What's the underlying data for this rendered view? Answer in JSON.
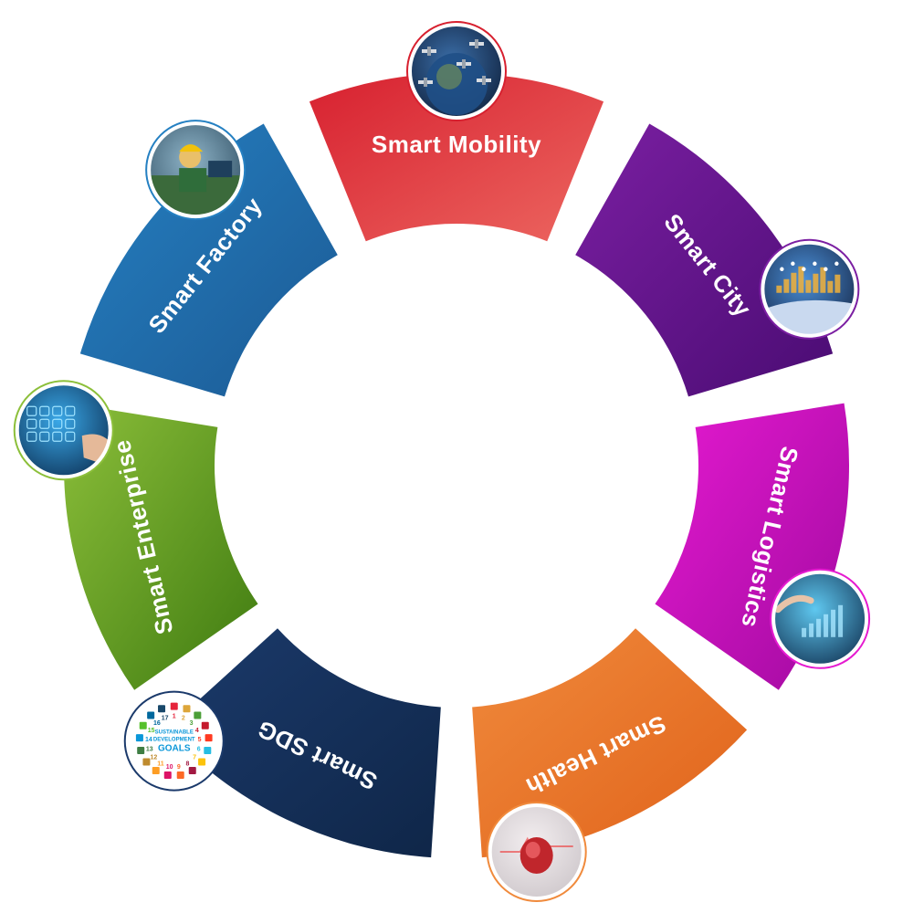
{
  "segments": [
    {
      "id": "mobility",
      "label": "Smart  Mobility",
      "colors": [
        "#d7202f",
        "#ec6660"
      ],
      "image": "satellites-earth-image"
    },
    {
      "id": "city",
      "label": "Smart  City",
      "colors": [
        "#7b1fa2",
        "#4a0c73"
      ],
      "image": "smart-city-hand-image"
    },
    {
      "id": "logistics",
      "label": "Smart  Logistics",
      "colors": [
        "#e51ad0",
        "#a10aa0"
      ],
      "image": "digital-logistics-chart-image"
    },
    {
      "id": "health",
      "label": "Smart  Health",
      "colors": [
        "#f08a3c",
        "#e0621a"
      ],
      "image": "heart-health-image"
    },
    {
      "id": "sdg",
      "label": "Smart  SDG",
      "colors": [
        "#1b3a6b",
        "#0f2648"
      ],
      "image": "sdg-goals-logo"
    },
    {
      "id": "enterprise",
      "label": "Smart  Enterprise",
      "colors": [
        "#8cbf3a",
        "#3e7a10"
      ],
      "image": "digital-enterprise-hand-image"
    },
    {
      "id": "factory",
      "label": "Smart  Factory",
      "colors": [
        "#2580c2",
        "#1c5a94"
      ],
      "image": "factory-worker-image"
    }
  ],
  "sdg_logo": {
    "line1": "SUSTAINABLE",
    "line2": "DEVELOPMENT",
    "line3": "GOALS",
    "numbers": [
      "1",
      "2",
      "3",
      "4",
      "5",
      "6",
      "7",
      "8",
      "9",
      "10",
      "11",
      "12",
      "13",
      "14",
      "15",
      "16",
      "17"
    ]
  }
}
